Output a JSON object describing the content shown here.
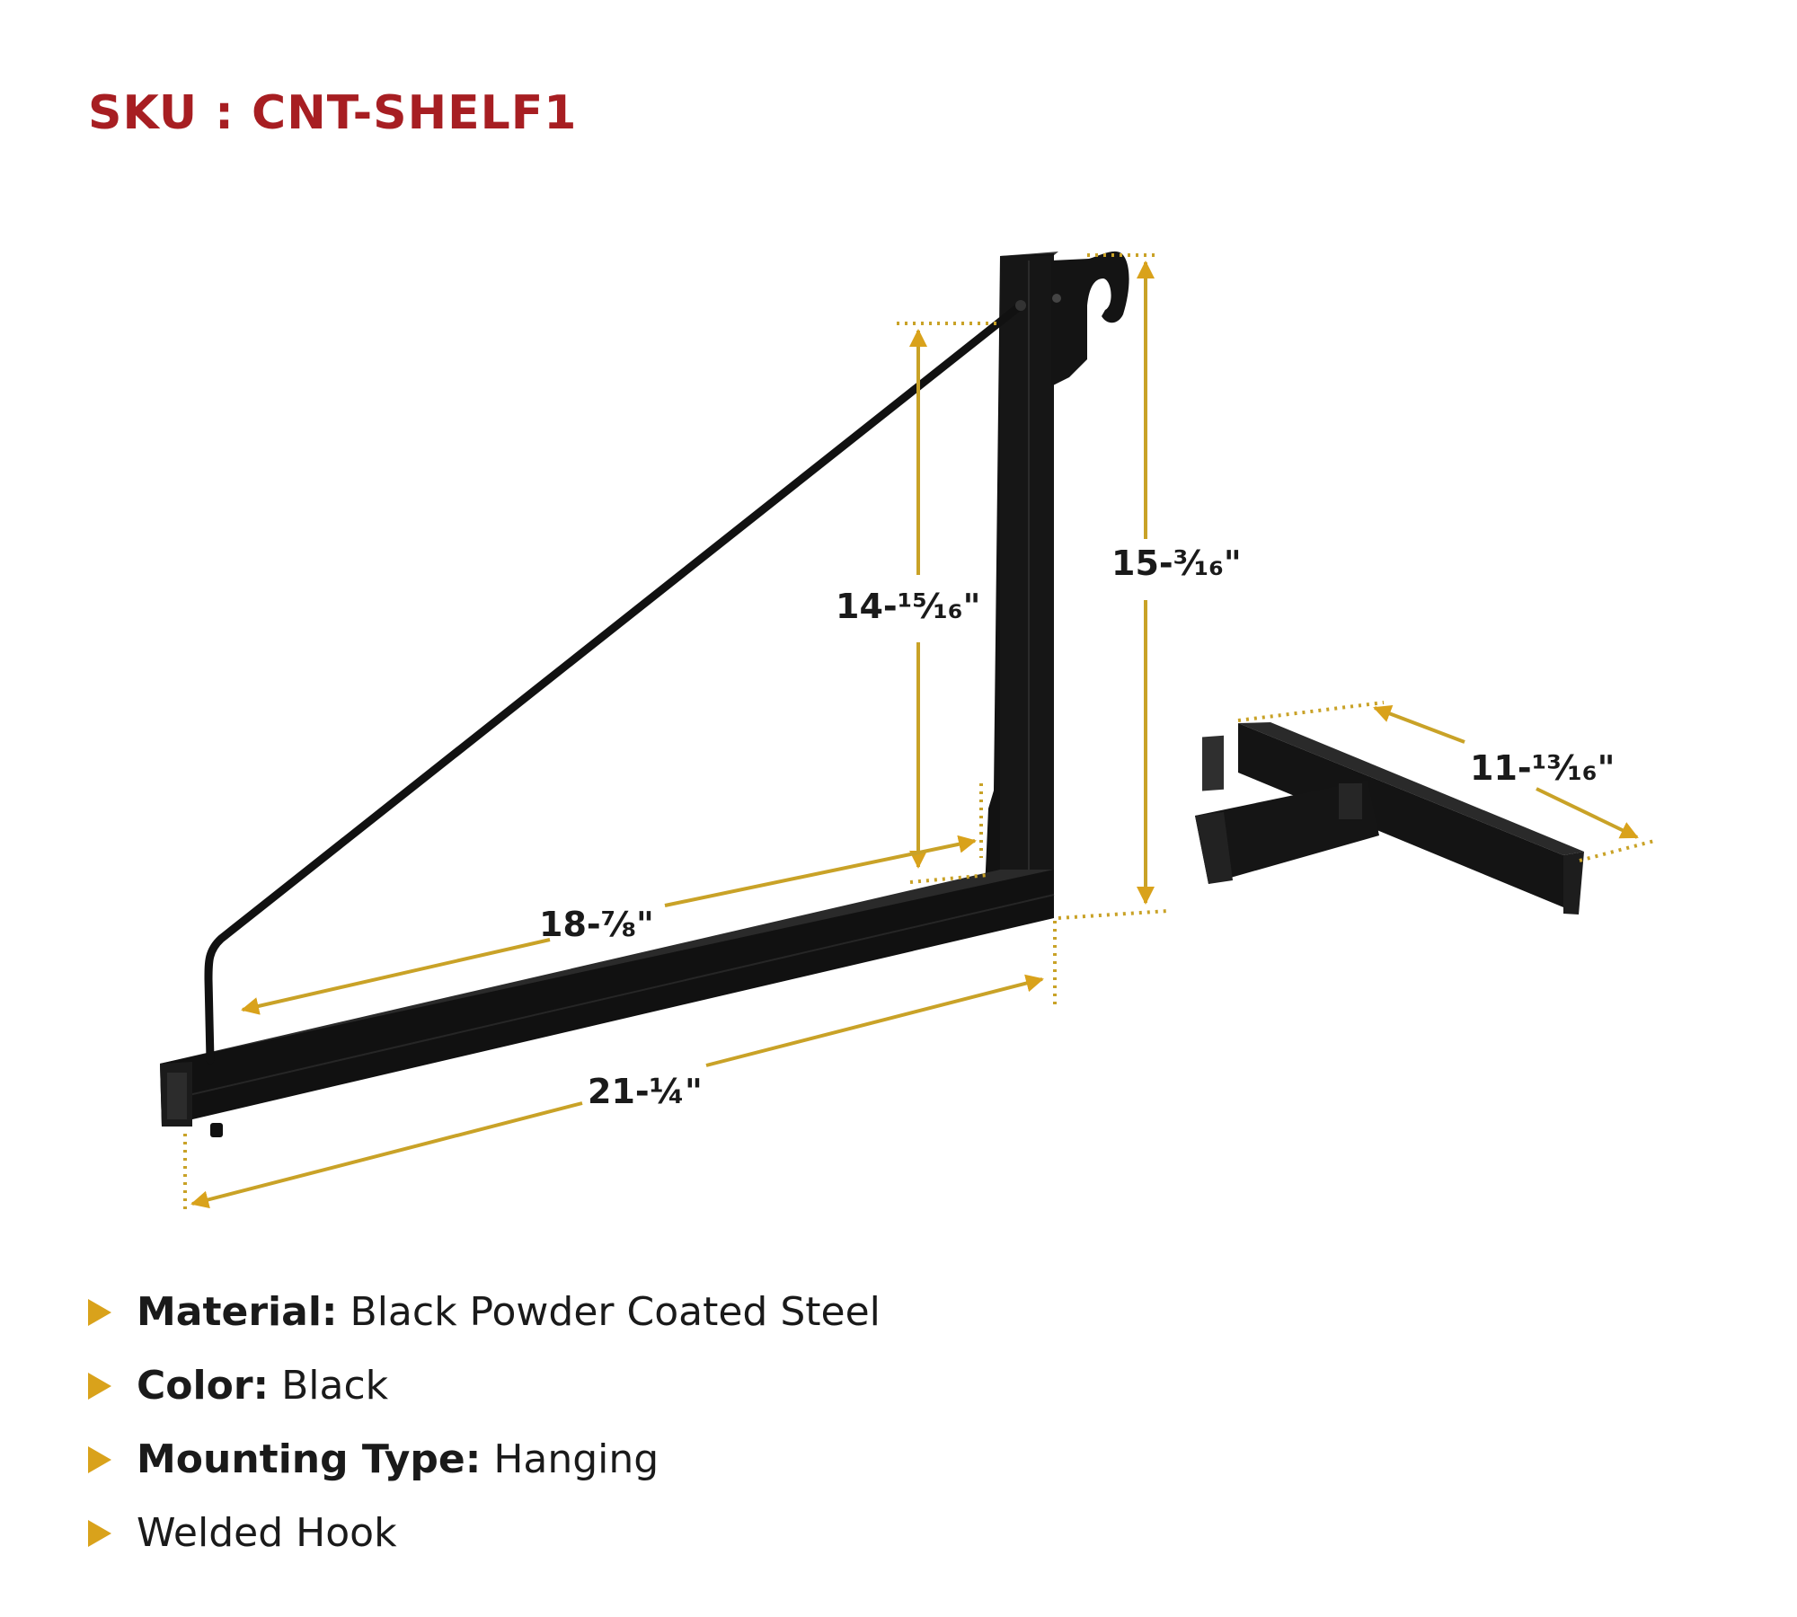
{
  "sku": "SKU : CNT-SHELF1",
  "colors": {
    "sku_text": "#a71e22",
    "dimension_line": "#c9a227",
    "dimension_arrow": "#d9a21b",
    "steel": "#111111",
    "bullet": "#d9a21b"
  },
  "dimensions": {
    "upright_full_height": "15-³⁄₁₆\"",
    "upright_inner_height": "14-¹⁵⁄₁₆\"",
    "arm_inner_length": "18-⅞\"",
    "arm_full_length": "21-¼\"",
    "crossbar_length": "11-¹³⁄₁₆\""
  },
  "features": [
    {
      "label": "Material:",
      "value": " Black Powder Coated Steel"
    },
    {
      "label": "Color:",
      "value": " Black"
    },
    {
      "label": "Mounting Type:",
      "value": " Hanging"
    },
    {
      "label": "",
      "value": "Welded Hook"
    }
  ]
}
